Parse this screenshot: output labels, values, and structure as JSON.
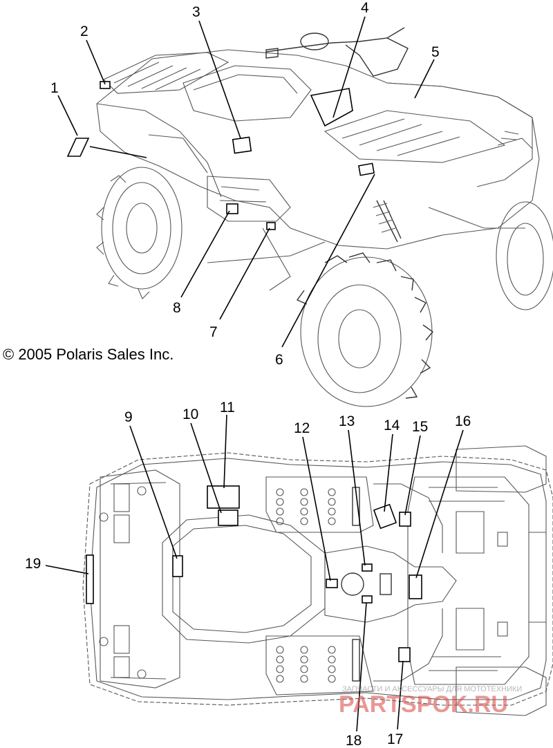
{
  "copyright": "© 2005 Polaris Sales Inc.",
  "watermark": {
    "line1": "ЗАПЧАСТИ И АКСЕССУАРЫ ДЛЯ МОТОТЕХНИКИ",
    "line2": "PARTSPOK.RU",
    "color": "#d9534f"
  },
  "callouts": {
    "c1": "1",
    "c2": "2",
    "c3": "3",
    "c4": "4",
    "c5": "5",
    "c6": "6",
    "c7": "7",
    "c8": "8",
    "c9": "9",
    "c10": "10",
    "c11": "11",
    "c12": "12",
    "c13": "13",
    "c14": "14",
    "c15": "15",
    "c16": "16",
    "c17": "17",
    "c18": "18",
    "c19": "19"
  }
}
